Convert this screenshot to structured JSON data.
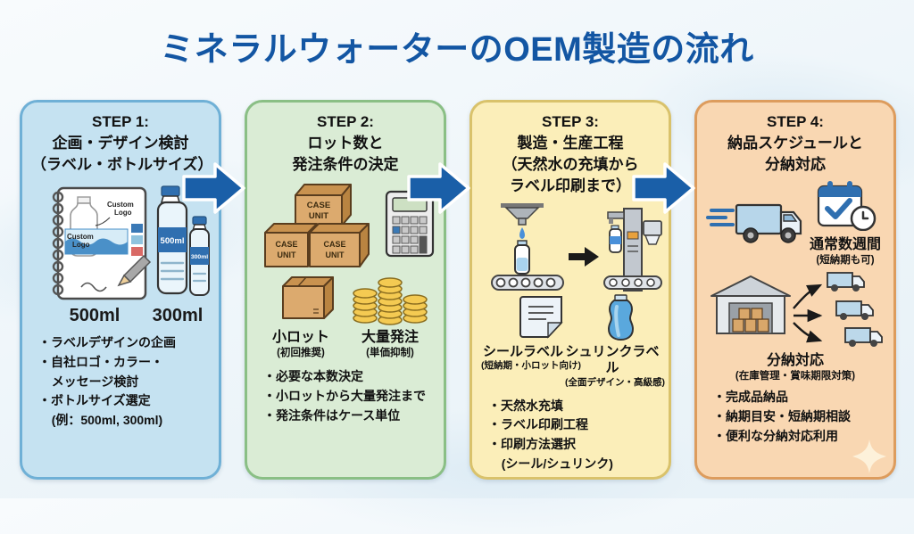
{
  "title": "ミネラルウォーターのOEM製造の流れ",
  "colors": {
    "title_text": "#1356a3",
    "step_arrow": "#1a5fa8",
    "step1_bg": "#c5e2f1",
    "step1_border": "#6fb0d6",
    "step2_bg": "#daecd5",
    "step2_border": "#8abf85",
    "step3_bg": "#fbeeb9",
    "step3_border": "#d9c26b",
    "step4_bg": "#f9d7b2",
    "step4_border": "#dd9c5d"
  },
  "icons": {
    "step_arrow": "right-arrow",
    "step1": [
      "notebook-icon",
      "pencil-icon",
      "bottle-500ml-icon",
      "bottle-300ml-icon"
    ],
    "step2": [
      "case-boxes-icon",
      "calculator-icon",
      "small-box-icon",
      "coin-stacks-icon"
    ],
    "step3": [
      "filling-line-icon",
      "labeling-machine-icon",
      "sticker-sheet-icon",
      "shrink-bottle-icon"
    ],
    "step4": [
      "delivery-truck-icon",
      "calendar-check-icon",
      "clock-icon",
      "warehouse-icon",
      "split-trucks-icon",
      "sparkle-icon"
    ]
  },
  "step1": {
    "header": "STEP 1:\n企画・デザイン検討\n（ラベル・ボトルサイズ）",
    "custom_line1": "Custom",
    "custom_line2": "Logo",
    "bottle_large_label": "500ml",
    "bottle_small_label": "300ml",
    "caption_left": "500ml",
    "caption_right": "300ml",
    "bullets": [
      "ラベルデザインの企画",
      "自社ロゴ・カラー・\nメッセージ検討",
      "ボトルサイズ選定\n(例：500ml, 300ml)"
    ]
  },
  "step2": {
    "header": "STEP 2:\nロット数と\n発注条件の決定",
    "case_line1": "CASE",
    "case_line2": "UNIT",
    "small_lot": {
      "label": "小ロット",
      "sub": "(初回推奨)"
    },
    "bulk_order": {
      "label": "大量発注",
      "sub": "(単価抑制)"
    },
    "bullets": [
      "必要な本数決定",
      "小ロットから大量発注まで",
      "発注条件はケース単位"
    ]
  },
  "step3": {
    "header": "STEP 3:\n製造・生産工程\n（天然水の充填から\nラベル印刷まで）",
    "seal": {
      "label": "シールラベル",
      "sub": "(短納期・小ロット向け)"
    },
    "shrink": {
      "label": "シュリンクラベル",
      "sub": "(全面デザイン・高級感)"
    },
    "bullets": [
      "天然水充填",
      "ラベル印刷工程",
      "印刷方法選択\n(シール/シュリンク)"
    ]
  },
  "step4": {
    "header": "STEP 4:\n納品スケジュールと\n分納対応",
    "delivery": {
      "label": "通常数週間",
      "sub": "(短納期も可)"
    },
    "split": {
      "label": "分納対応",
      "sub": "(在庫管理・賞味期限対策)"
    },
    "bullets": [
      "完成品納品",
      "納期目安・短納期相談",
      "便利な分納対応利用"
    ]
  }
}
